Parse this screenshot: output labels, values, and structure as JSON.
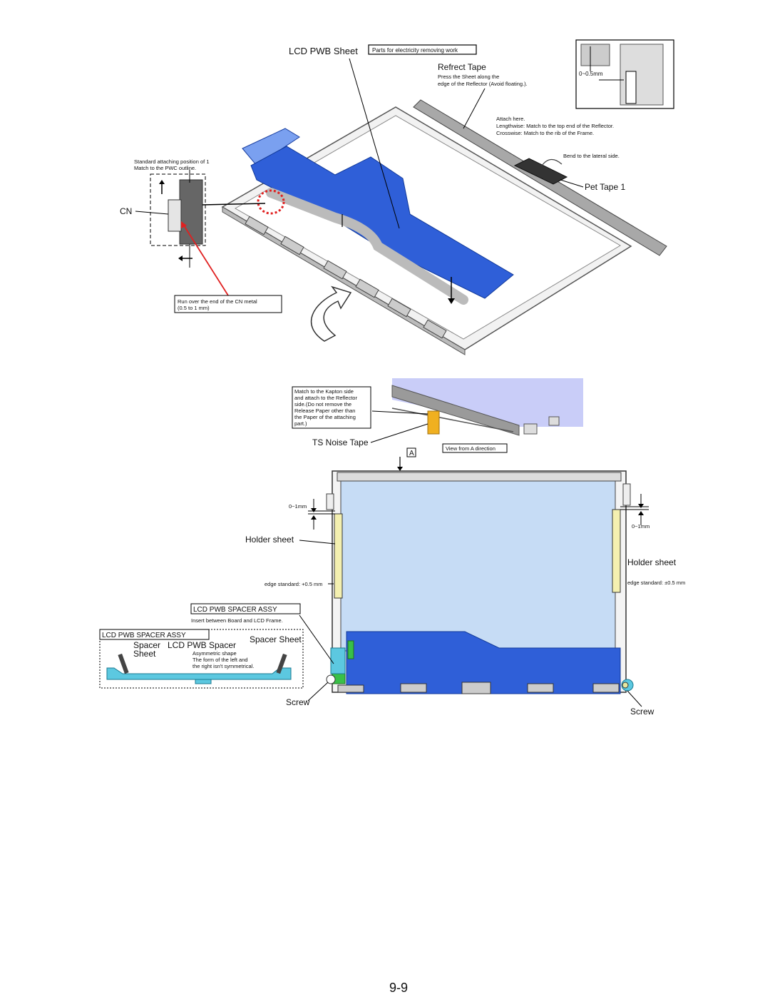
{
  "top_diagram": {
    "lcd_pwb_sheet": "LCD PWB Sheet",
    "parts_box": "Parts for electricity removing work",
    "refrect_tape": "Refrect Tape",
    "refrect_note_1": "Press the Sheet along the",
    "refrect_note_2": "edge of the Reflector (Avoid floating.).",
    "gap_label": "0~0.5mm",
    "attach_1": "Attach here.",
    "attach_2": "Lengthwise: Match to the top end of the Reflector.",
    "attach_3": "Crosswise: Match to the rib of the Frame.",
    "bend_note": "Bend to the lateral side.",
    "pet_tape": "Pet Tape 1",
    "std_1": "Standard attaching position of 1",
    "std_2": "Match to the PWC outline.",
    "cn": "CN",
    "run_over_1": "Run over the end of the CN metal",
    "run_over_2": "(0.5 to 1 mm)"
  },
  "bottom_diagram": {
    "kapton_note": [
      "Match to the Kapton side",
      "and attach to the Reflector",
      "side.(Do not remove the",
      "Release Paper other than",
      "the Paper  of the attaching",
      "part.)"
    ],
    "ts_noise_tape": "TS Noise Tape",
    "label_a": "A",
    "view_from_a": "View from A direction",
    "gap_left": "0~1mm",
    "gap_right": "0~1mm",
    "holder_left": "Holder sheet",
    "holder_right": "Holder sheet",
    "edge_left": "edge standard: +0.5 mm",
    "edge_right": "edge standard: ±0.5 mm",
    "spacer_assy_1": "LCD PWB SPACER ASSY",
    "insert_note": "Insert between Board and LCD Frame.",
    "spacer_assy_2": "LCD PWB SPACER ASSY",
    "spacer_sheet_left_1": "Spacer",
    "spacer_sheet_left_2": "Sheet",
    "lcd_pwb_spacer": "LCD PWB Spacer",
    "spacer_sheet_right": "Spacer Sheet",
    "asym_1": "Asymmetric shape",
    "asym_2": "The form of the left and",
    "asym_3": "the right isn't symmetrical.",
    "screw_left": "Screw",
    "screw_right": "Screw"
  },
  "page_number": "9-9",
  "colors": {
    "sheet_blue": "#2f5fd8",
    "panel_blue": "#c6dcf5",
    "holder_yellow": "#f4f0b0",
    "ts_tape_orange": "#f0b020",
    "spacer_cyan": "#5cc8e0",
    "green_tab": "#38c048",
    "red_marker": "#e02020"
  }
}
